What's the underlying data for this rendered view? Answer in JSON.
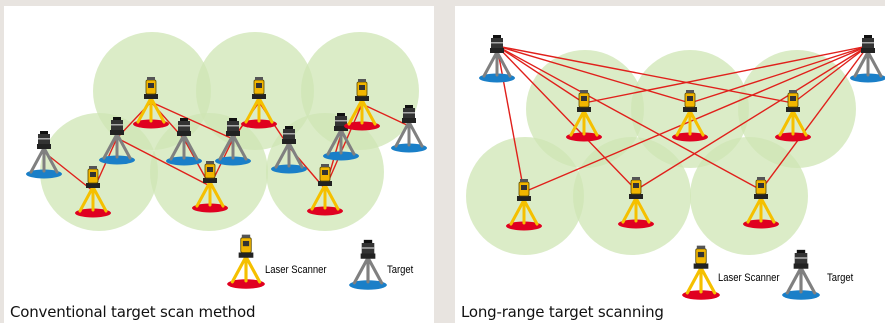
{
  "panels": [
    {
      "caption": "Conventional target scan method",
      "legend": {
        "scanner_label": "Laser Scanner",
        "target_label": "Target"
      }
    },
    {
      "caption": "Long-range target scanning",
      "legend": {
        "scanner_label": "Laser Scanner",
        "target_label": "Target"
      }
    }
  ],
  "colors": {
    "coverage_fill": "#cfe6b4",
    "line": "#e0201b",
    "scanner_base": "#e00020",
    "target_base": "#1a7fc8",
    "scanner_legs": "#f5c000",
    "target_legs": "#808080"
  },
  "icons": {
    "scanner": "laser-scanner-tripod-icon",
    "target": "target-tripod-icon"
  }
}
